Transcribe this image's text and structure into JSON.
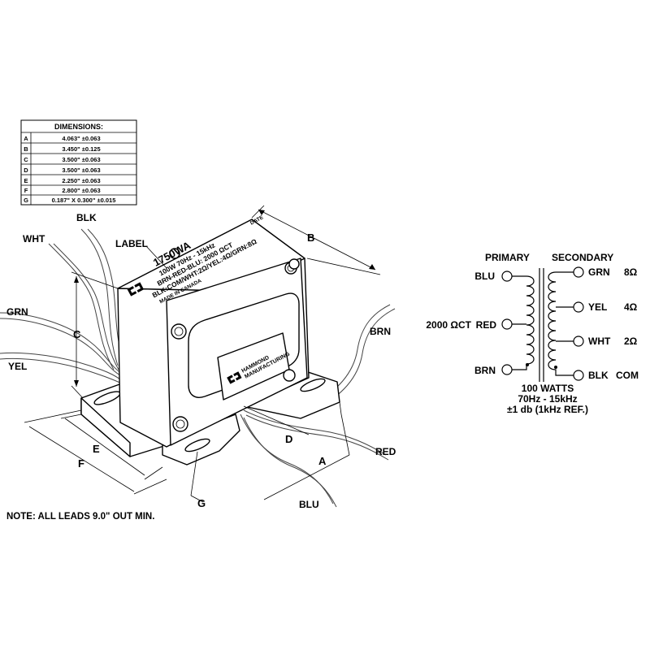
{
  "dimensions_table": {
    "title": "DIMENSIONS:",
    "rows": [
      {
        "key": "A",
        "value": "4.063\" ±0.063"
      },
      {
        "key": "B",
        "value": "3.450\" ±0.125"
      },
      {
        "key": "C",
        "value": "3.500\" ±0.063"
      },
      {
        "key": "D",
        "value": "3.500\" ±0.063"
      },
      {
        "key": "E",
        "value": "2.250\" ±0.063"
      },
      {
        "key": "F",
        "value": "2.800\" ±0.063"
      },
      {
        "key": "G",
        "value": "0.187\" X 0.300\" ±0.015"
      }
    ]
  },
  "drawing": {
    "label_callout": "LABEL",
    "leads": {
      "blk": "BLK",
      "wht": "WHT",
      "grn": "GRN",
      "yel": "YEL",
      "brn": "BRN",
      "red": "RED",
      "blu": "BLU"
    },
    "dims": {
      "a": "A",
      "b": "B",
      "c": "C",
      "d": "D",
      "e": "E",
      "f": "F",
      "g": "G"
    },
    "nameplate": {
      "model": "1750WA",
      "line1": "100W  70Hz - 15kHz",
      "line2": "BRN-RED-BLU:  2000 ΩCT",
      "line3": "BLK:COM/WHT:2Ω/YEL:4Ω/GRN:8Ω",
      "line4": "MADE IN CANADA",
      "date": "DATE"
    },
    "brand": {
      "line1": "HAMMOND",
      "line2": "MANUFACTURING"
    }
  },
  "note": "NOTE:  ALL LEADS 9.0\" OUT MIN.",
  "schematic": {
    "primary_title": "PRIMARY",
    "secondary_title": "SECONDARY",
    "primary_taps": [
      {
        "wire": "BLU",
        "label": ""
      },
      {
        "wire": "RED",
        "label": "2000 ΩCT"
      },
      {
        "wire": "BRN",
        "label": ""
      }
    ],
    "secondary_taps": [
      {
        "wire": "GRN",
        "impedance": "8Ω"
      },
      {
        "wire": "YEL",
        "impedance": "4Ω"
      },
      {
        "wire": "WHT",
        "impedance": "2Ω"
      },
      {
        "wire": "BLK",
        "impedance": "COM"
      }
    ],
    "specs": [
      "100 WATTS",
      "70Hz - 15kHz",
      "±1 db (1kHz REF.)"
    ]
  }
}
